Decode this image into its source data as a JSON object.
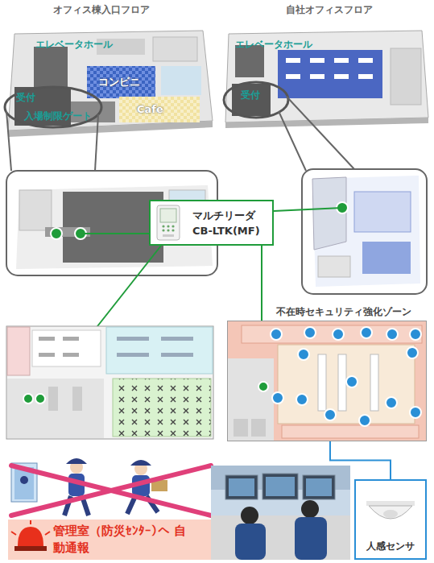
{
  "diagram": {
    "nodes": [
      {
        "text": [
          "マルチリーダ CB-LTK(MF)"
        ]
      },
      {
        "text": [
          "不在時セキュリティ強化ゾーン"
        ]
      },
      {
        "text": [
          "管理室（防災ｾﾝﾀｰ）へ 自動通報"
        ]
      },
      {
        "text": [
          "人感センサ"
        ]
      }
    ],
    "edges": [
      {
        "from": 0,
        "to": 1,
        "arrow": "none"
      },
      {
        "from": 1,
        "to": 3,
        "arrow": "none"
      }
    ],
    "labels": [
      "オフィス棟入口フロア",
      "自社オフィスフロア",
      "エレベータホール",
      "コンビニ",
      "受付",
      "入場制限ゲート",
      "Cafe",
      "エレベータホール",
      "受付"
    ]
  }
}
